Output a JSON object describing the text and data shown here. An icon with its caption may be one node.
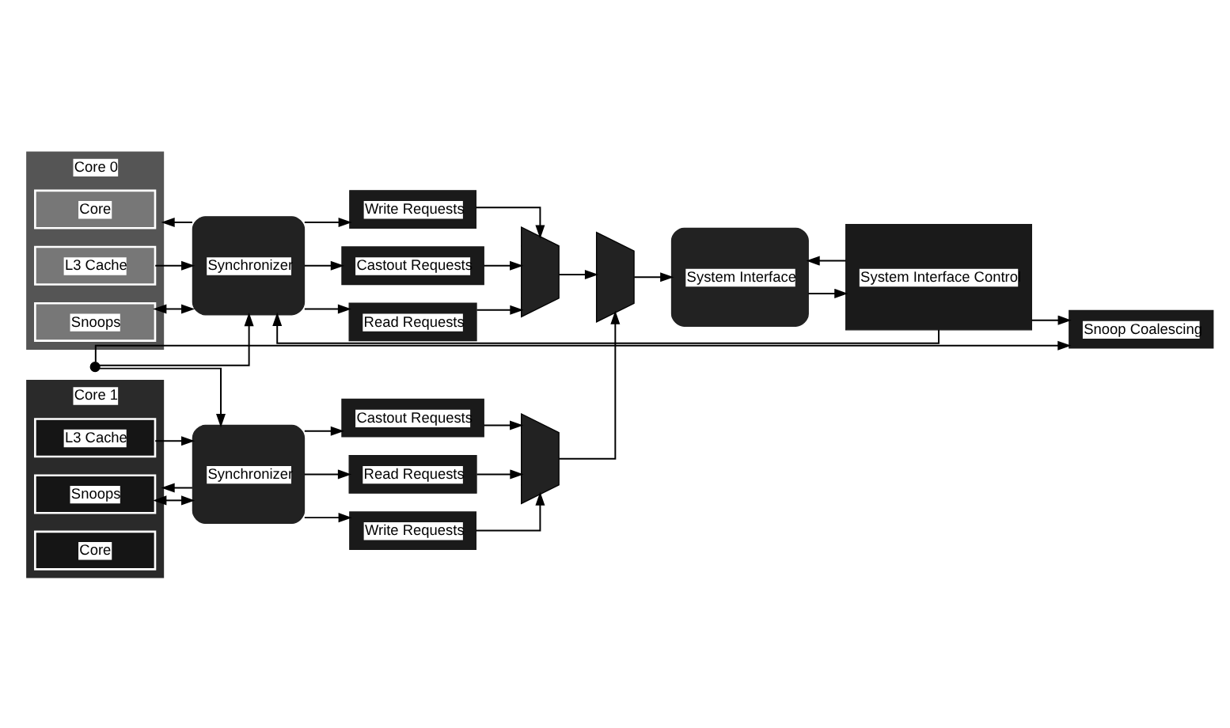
{
  "diagram": {
    "nodes": [
      {
        "text": [
          "Core 0"
        ]
      },
      {
        "text": [
          "Core"
        ],
        "in": 0
      },
      {
        "text": [
          "L3 Cache"
        ],
        "in": 0
      },
      {
        "text": [
          "Snoops"
        ],
        "in": 0
      },
      {
        "text": [
          "Synchronizer"
        ]
      },
      {
        "text": [
          "Write Requests"
        ]
      },
      {
        "text": [
          "Castout Requests"
        ]
      },
      {
        "text": [
          "Read Requests"
        ]
      },
      {
        "text": [],
        "shape": "trapezoid"
      },
      {
        "text": [],
        "shape": "trapezoid"
      },
      {
        "text": [
          "System Interface"
        ]
      },
      {
        "text": [],
        "shape": "circle"
      },
      {
        "text": [
          "Snoop Coalescing"
        ]
      },
      {
        "text": [
          "Core 1"
        ]
      },
      {
        "text": [
          "Snoops"
        ],
        "in": 13
      },
      {
        "text": [
          "L3 Cache"
        ],
        "in": 13
      },
      {
        "text": [
          "Core"
        ],
        "in": 13
      },
      {
        "text": [
          "Synchronizer"
        ]
      },
      {
        "text": [
          "Write Requests"
        ]
      },
      {
        "text": [
          "Castout Requests"
        ]
      },
      {
        "text": [
          "Read Requests"
        ]
      },
      {
        "text": [],
        "shape": "trapezoid"
      },
      {
        "text": [
          "System Interface Control"
        ]
      }
    ],
    "edges": [
      {
        "from": 4,
        "to": 0,
        "arrow": "to"
      },
      {
        "from": 2,
        "to": 4,
        "arrow": "to"
      },
      {
        "from": 3,
        "to": 4,
        "arrow": "both"
      },
      {
        "from": 4,
        "to": 5,
        "arrow": "to"
      },
      {
        "from": 4,
        "to": 6,
        "arrow": "to"
      },
      {
        "from": 4,
        "to": 7,
        "arrow": "to"
      },
      {
        "from": 5,
        "to": 8,
        "arrow": "to"
      },
      {
        "from": 6,
        "to": 8,
        "arrow": "to"
      },
      {
        "from": 7,
        "to": 8,
        "arrow": "to"
      },
      {
        "from": 8,
        "to": 9,
        "arrow": "to"
      },
      {
        "from": 9,
        "to": 10,
        "arrow": "to"
      },
      {
        "from": 22,
        "to": 4,
        "arrow": "to"
      },
      {
        "from": 11,
        "to": 4,
        "arrow": "to"
      },
      {
        "from": 11,
        "to": 12,
        "arrow": "to"
      },
      {
        "from": 11,
        "to": 17,
        "arrow": "to"
      },
      {
        "from": 22,
        "to": 12,
        "arrow": "to"
      },
      {
        "from": 14,
        "to": 17,
        "arrow": "both"
      },
      {
        "from": 15,
        "to": 17,
        "arrow": "to"
      },
      {
        "from": 17,
        "to": 13,
        "arrow": "to"
      },
      {
        "from": 17,
        "to": 18,
        "arrow": "to"
      },
      {
        "from": 17,
        "to": 19,
        "arrow": "to"
      },
      {
        "from": 17,
        "to": 20,
        "arrow": "to"
      },
      {
        "from": 18,
        "to": 21,
        "arrow": "to"
      },
      {
        "from": 19,
        "to": 21,
        "arrow": "to"
      },
      {
        "from": 20,
        "to": 21,
        "arrow": "to"
      },
      {
        "from": 21,
        "to": 9,
        "arrow": "to"
      },
      {
        "from": 10,
        "to": 22,
        "arrow": "to"
      },
      {
        "from": 22,
        "to": 10,
        "arrow": "to"
      }
    ]
  }
}
